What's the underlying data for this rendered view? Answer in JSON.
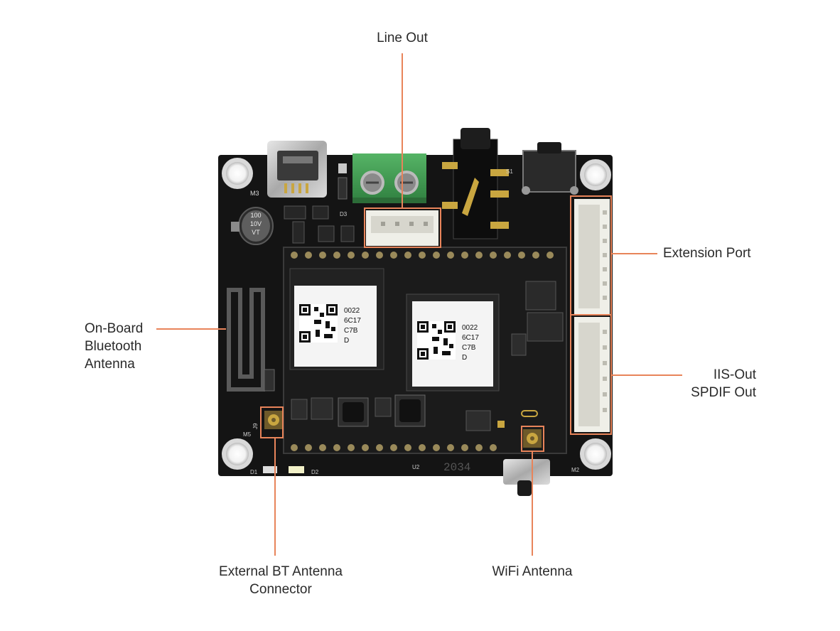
{
  "labels": {
    "line_out": "Line Out",
    "extension_port": "Extension Port",
    "onboard_bt_antenna": [
      "On-Board",
      "Bluetooth",
      "Antenna"
    ],
    "iis_spdif": [
      "IIS-Out",
      "SPDIF Out"
    ],
    "external_bt_connector": [
      "External BT Antenna",
      "Connector"
    ],
    "wifi_antenna": "WiFi Antenna"
  },
  "board_silkscreen": {
    "m3": "M3",
    "m5": "M5",
    "m2": "M2",
    "j9": "J9",
    "d1": "D1",
    "d2": "D2",
    "u2": "U2",
    "s1": "S1",
    "d3": "D3",
    "cap_text": [
      "100",
      "10V",
      "VT"
    ],
    "chip_codes": [
      "0022",
      "6C17",
      "C7B",
      "D"
    ],
    "module_mark": "2034"
  },
  "colors": {
    "leader_line": "#e8845a",
    "board": "#151515",
    "highlight_box": "#e8845a",
    "terminal_green": "#3f9b52",
    "gold": "#c9a640"
  }
}
